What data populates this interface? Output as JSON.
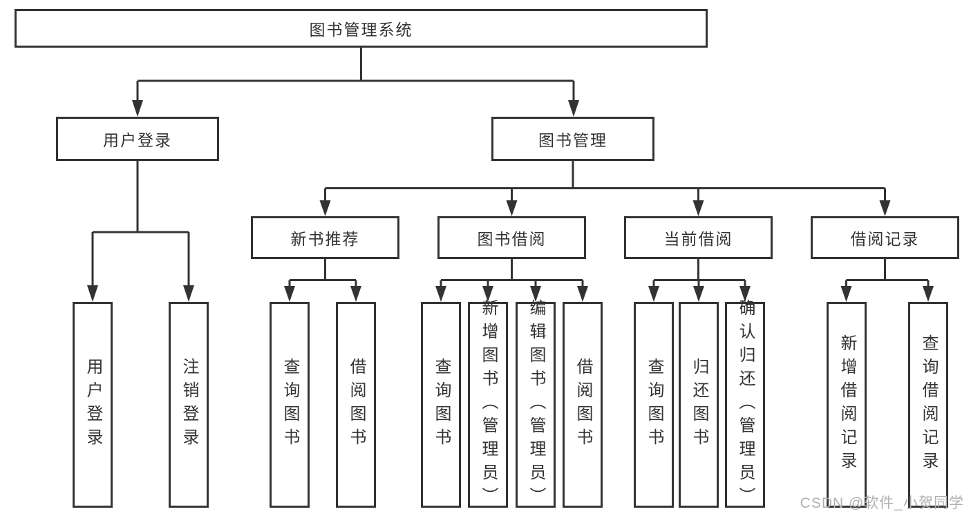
{
  "diagram": {
    "root": "图书管理系统",
    "level2": [
      "用户登录",
      "图书管理"
    ],
    "level3": [
      "新书推荐",
      "图书借阅",
      "当前借阅",
      "借阅记录"
    ],
    "leaves": {
      "user_login": [
        "用户登录",
        "注销登录"
      ],
      "new_book": [
        "查询图书",
        "借阅图书"
      ],
      "book_borrow": [
        "查询图书",
        "新增图书（管理员）",
        "编辑图书（管理员）",
        "借阅图书"
      ],
      "current_borrow": [
        "查询图书",
        "归还图书",
        "确认归还（管理员）"
      ],
      "borrow_records": [
        "新增借阅记录",
        "查询借阅记录"
      ]
    }
  },
  "watermark": "CSDN @软件_小贺同学",
  "colors": {
    "line": "#333333",
    "text": "#333333",
    "node_fill": "#ffffff",
    "watermark": "#b0b0b0",
    "background": "#ffffff"
  }
}
